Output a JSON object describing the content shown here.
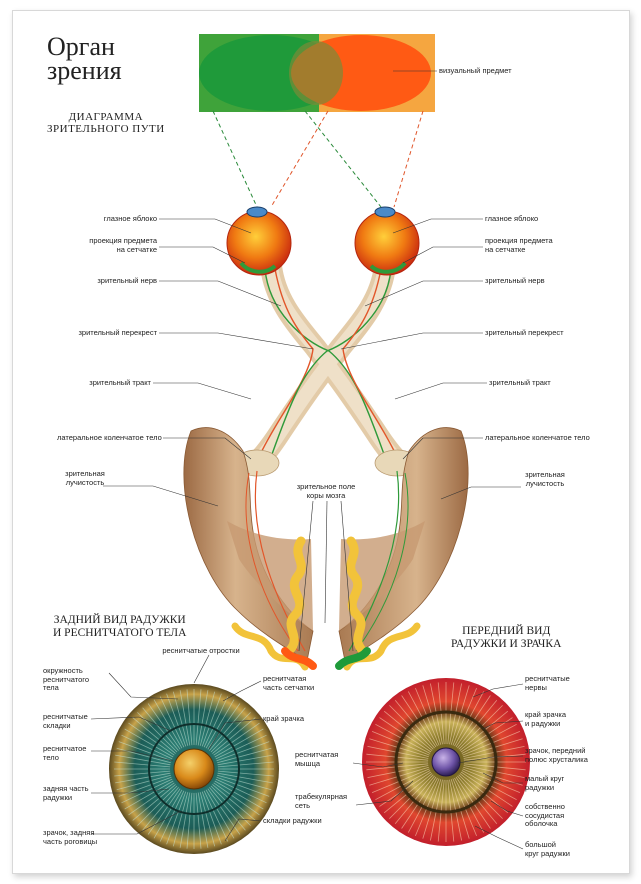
{
  "title": {
    "line1": "Орган",
    "line2": "зрения"
  },
  "subtitle": {
    "line1": "ДИАГРАММА",
    "line2": "ЗРИТЕЛЬНОГО ПУТИ"
  },
  "sections": {
    "back_view": {
      "line1": "ЗАДНИЙ ВИД РАДУЖКИ",
      "line2": "И РЕСНИТЧАТОГО ТЕЛА"
    },
    "front_view": {
      "line1": "ПЕРЕДНИЙ ВИД",
      "line2": "РАДУЖКИ И ЗРАЧКА"
    }
  },
  "pathway_labels": {
    "visual_object": "визуальный предмет",
    "eyeball_left": "глазное яблоко",
    "eyeball_right": "глазное яблоко",
    "projection_left": "проекция предмета\nна сетчатке",
    "projection_right": "проекция предмета\nна сетчатке",
    "optic_nerve_left": "зрительный нерв",
    "optic_nerve_right": "зрительный нерв",
    "chiasm_left": "зрительный перекрест",
    "chiasm_right": "зрительный перекрест",
    "tract_left": "зрительный тракт",
    "tract_right": "зрительный тракт",
    "lgn_left": "латеральное коленчатое тело",
    "lgn_right": "латеральное коленчатое тело",
    "radiation_left": "зрительная\nлучистость",
    "radiation_right": "зрительная\nлучистость",
    "cortex": "зрительное поле\nкоры мозга"
  },
  "back_labels": {
    "ciliary_processes": "реснитчатые отростки",
    "ciliary_circumference": "окружность\nреснитчатого\nтела",
    "ciliary_folds": "реснитчатые\nскладки",
    "ciliary_body": "реснитчатое\nтело",
    "posterior_iris": "задняя часть\nрадужки",
    "pupil_posterior": "зрачок, задняя\nчасть роговицы",
    "ciliary_retina": "реснитчатая\nчасть сетчатки",
    "pupil_edge": "край зрачка",
    "iris_folds": "складки радужки"
  },
  "front_labels": {
    "ciliary_muscle": "реснитчатая\nмышца",
    "trabecular_net": "трабекулярная\nсеть",
    "ciliary_nerves": "реснитчатые\nнервы",
    "pupil_iris_edge": "край зрачка\nи радужки",
    "pupil_lens_pole": "зрачок, передний\nполюс хрусталика",
    "minor_circle": "малый круг\nрадужки",
    "vascular_layer": "собственно\nсосудистая\nоболочка",
    "major_circle": "большой\nкруг радужки"
  },
  "colors": {
    "green": "#1f9a3a",
    "orange": "#ff5a14",
    "yellow": "#f2b43a",
    "nerve": "#e9d5b6",
    "brain": "#b98a62",
    "iris_back": "#1f6c63",
    "iris_front": "#d4343a"
  }
}
